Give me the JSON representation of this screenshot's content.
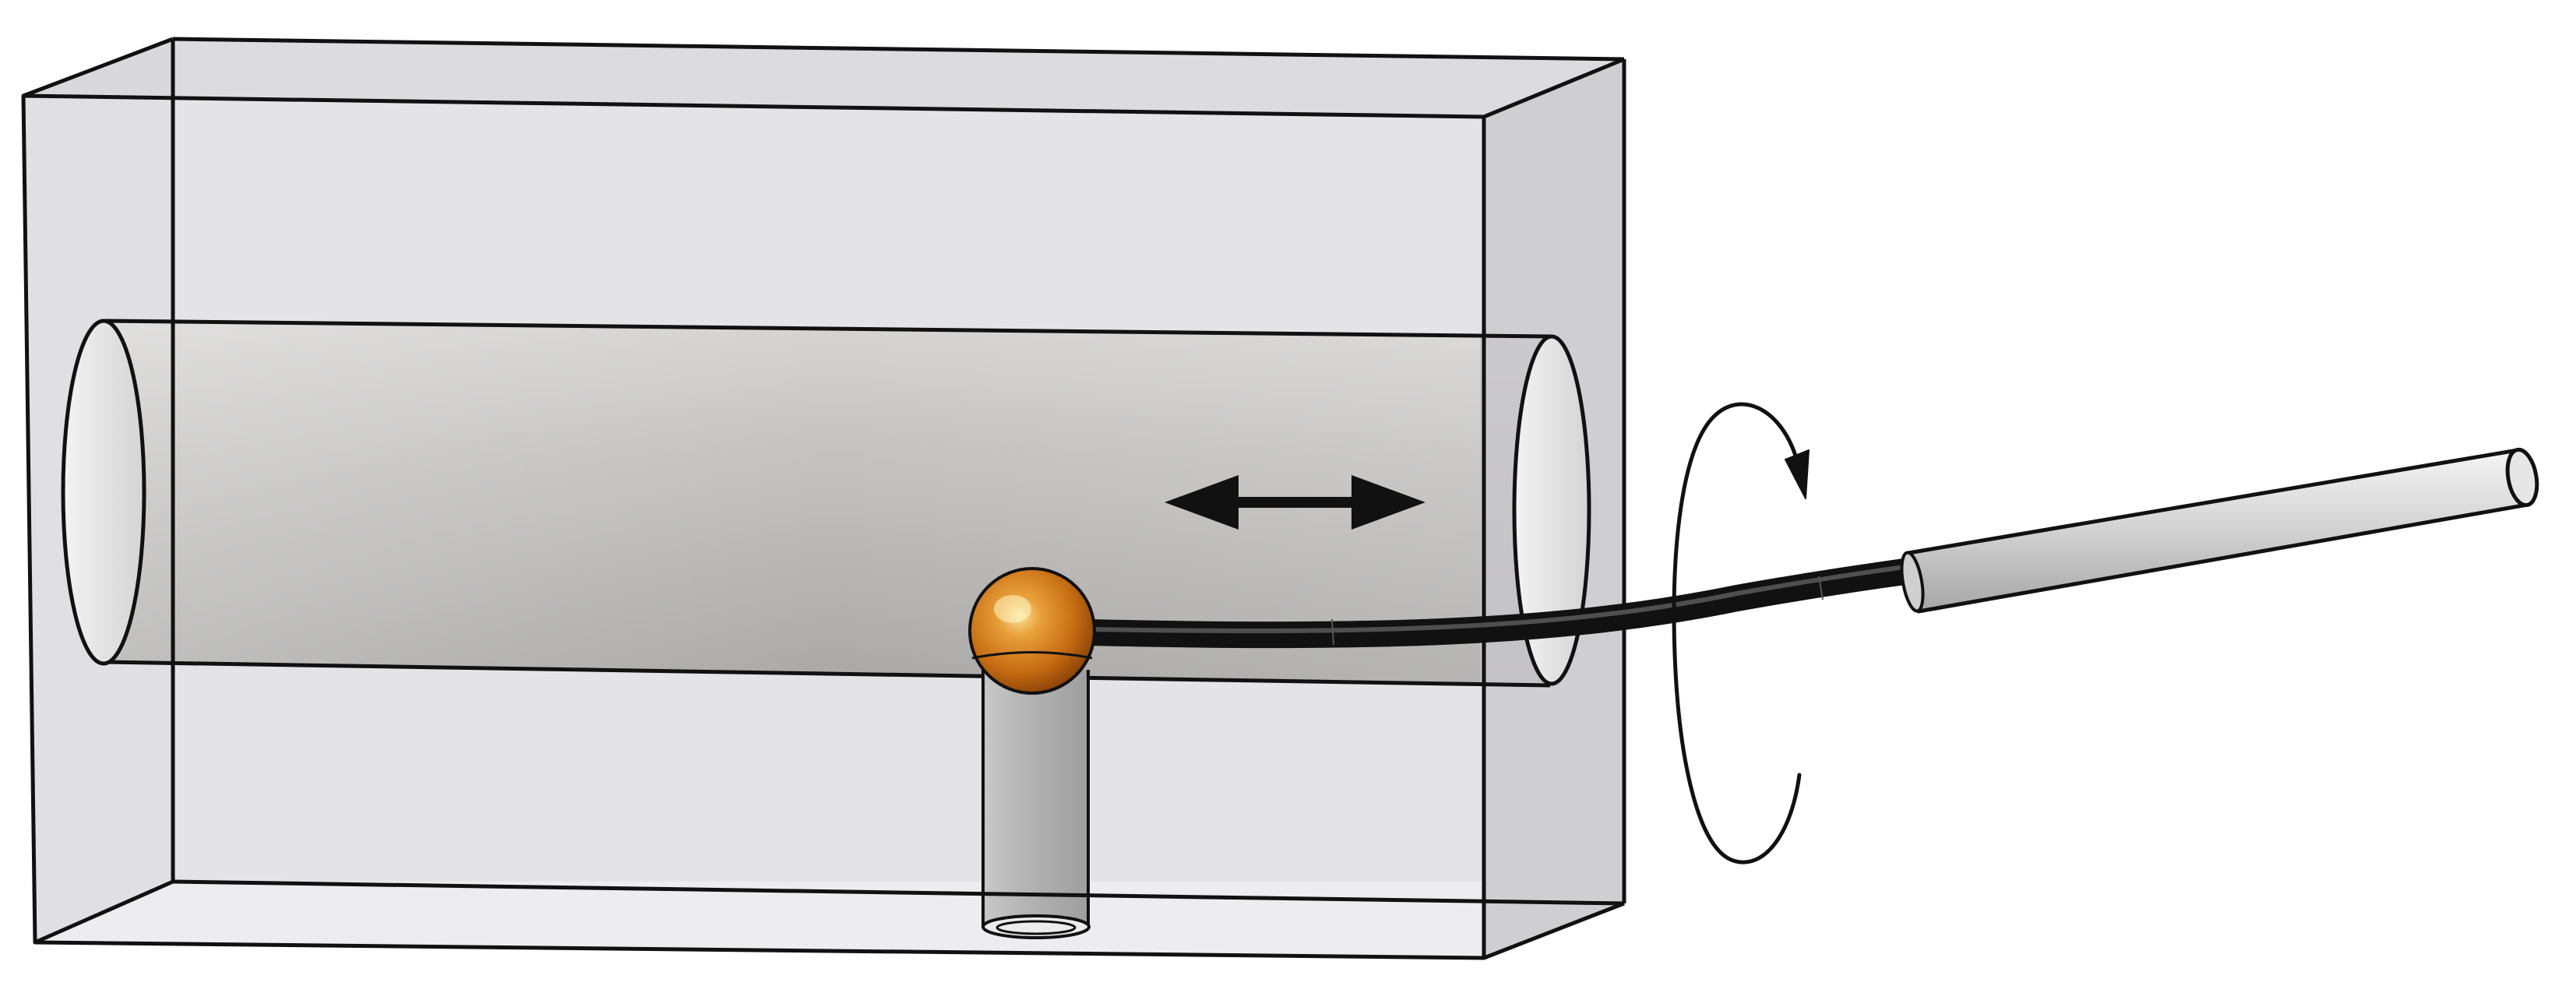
{
  "diagram": {
    "components": [
      {
        "id": "block",
        "icon": "transparent-rectangular-block"
      },
      {
        "id": "horizontal-bore",
        "icon": "cylindrical-channel"
      },
      {
        "id": "vertical-port",
        "icon": "vertical-tube"
      },
      {
        "id": "sphere",
        "icon": "copper-ball"
      },
      {
        "id": "cable",
        "icon": "flexible-black-cable"
      },
      {
        "id": "handle",
        "icon": "cylindrical-handle"
      }
    ],
    "arrows": [
      {
        "id": "translation",
        "icon": "double-headed-arrow"
      },
      {
        "id": "rotation",
        "icon": "circular-rotation-arrow"
      }
    ]
  },
  "colors": {
    "block_fill": "#e2e1e4",
    "bore_light": "#dcdcdc",
    "bore_dark": "#b0afae",
    "sphere": "#c8731a",
    "sphere_highlight": "#f5d27a",
    "cable": "#222222",
    "handle": "#d8d8d8",
    "outline": "#111111"
  }
}
